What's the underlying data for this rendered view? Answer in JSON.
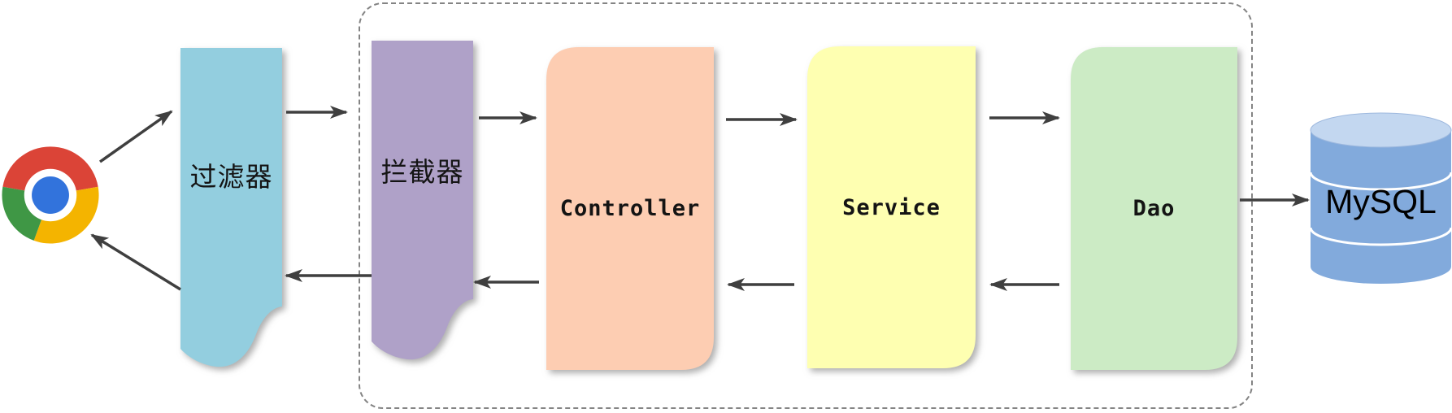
{
  "diagram": {
    "kind": "web-request-flow",
    "arrow_color": "#3F3F3F",
    "boundary_color": "#848484",
    "nodes": {
      "browser": {
        "icon": "chrome-icon"
      },
      "filter": {
        "label": "过滤器",
        "fill": "#93CEDF",
        "shape": "wave-banner"
      },
      "interceptor": {
        "label": "拦截器",
        "fill": "#AFA1C8",
        "shape": "wave-banner"
      },
      "controller": {
        "label": "Controller",
        "fill": "#FDCDB2",
        "shape": "round-diagonal-rect"
      },
      "service": {
        "label": "Service",
        "fill": "#FEFFB1",
        "shape": "round-diagonal-rect"
      },
      "dao": {
        "label": "Dao",
        "fill": "#CCEBC5",
        "shape": "round-diagonal-rect"
      },
      "mysql": {
        "label": "MySQL",
        "fill": "#82AADC",
        "top_fill": "#C3D7F0",
        "shape": "database-cylinder"
      }
    },
    "boundary_contains": [
      "interceptor",
      "controller",
      "service",
      "dao"
    ],
    "edges": [
      {
        "from": "browser",
        "to": "filter"
      },
      {
        "from": "filter",
        "to": "browser"
      },
      {
        "from": "filter",
        "to": "interceptor"
      },
      {
        "from": "interceptor",
        "to": "filter"
      },
      {
        "from": "interceptor",
        "to": "controller"
      },
      {
        "from": "controller",
        "to": "interceptor"
      },
      {
        "from": "controller",
        "to": "service"
      },
      {
        "from": "service",
        "to": "controller"
      },
      {
        "from": "service",
        "to": "dao"
      },
      {
        "from": "dao",
        "to": "service"
      },
      {
        "from": "dao",
        "to": "mysql"
      }
    ]
  }
}
